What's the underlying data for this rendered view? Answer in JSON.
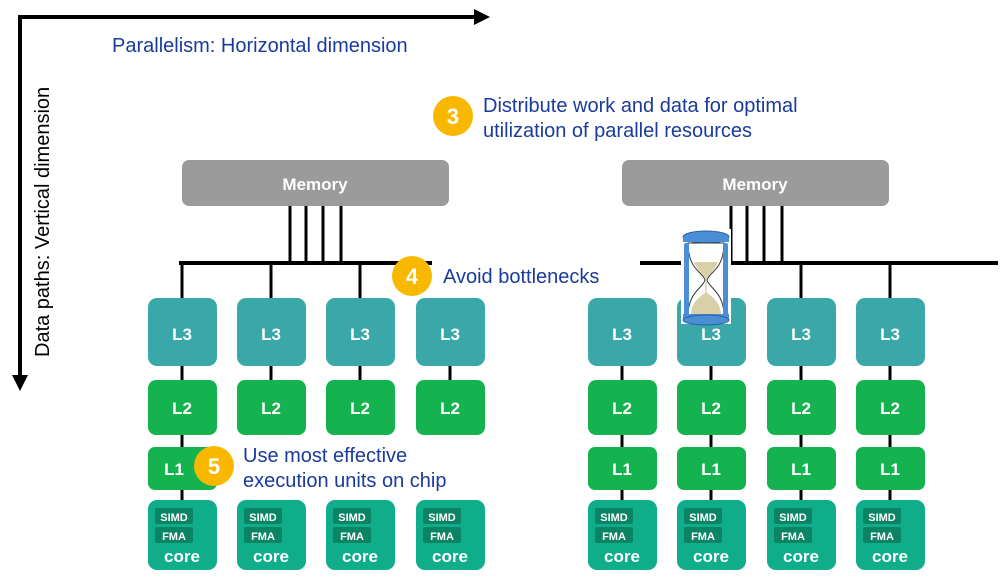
{
  "axes": {
    "horizontal_label": "Parallelism: Horizontal dimension",
    "vertical_label": "Data paths: Vertical dimension"
  },
  "callouts": [
    {
      "number": "3",
      "text_lines": [
        "Distribute work and data for optimal",
        "utilization of parallel resources"
      ]
    },
    {
      "number": "4",
      "text_lines": [
        "Avoid bottlenecks"
      ]
    },
    {
      "number": "5",
      "text_lines": [
        "Use most effective",
        "execution units on chip"
      ]
    }
  ],
  "systems": [
    {
      "memory_label": "Memory",
      "cores": 4,
      "bottleneck_icon": false
    },
    {
      "memory_label": "Memory",
      "cores": 4,
      "bottleneck_icon": "hourglass-icon"
    }
  ],
  "levels": {
    "l3": "L3",
    "l2": "L2",
    "l1": "L1",
    "core": "core",
    "simd": "SIMD",
    "fma": "FMA"
  },
  "colors": {
    "text_blue": "#1a3a9c",
    "callout_yellow": "#f9b800",
    "memory_gray": "#9b9b9b",
    "l3_teal": "#3aa8a8",
    "l2_l1_green": "#14b350",
    "core_green": "#10ad8b",
    "unit_dark": "#0b8466"
  }
}
